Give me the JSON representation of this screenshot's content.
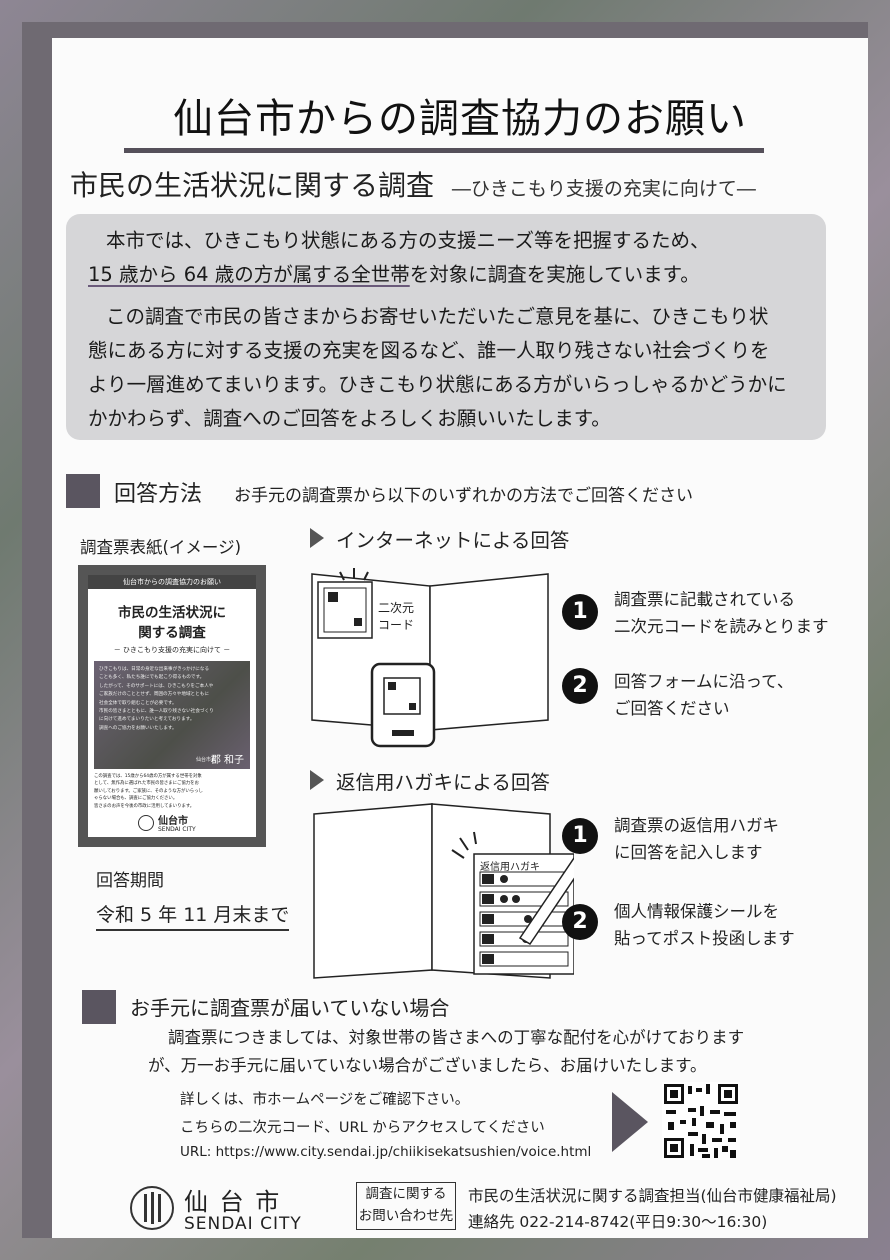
{
  "header": {
    "title": "仙台市からの調査協力のお願い",
    "subtitle": "市民の生活状況に関する調査",
    "subtitle_note": "―ひきこもり支援の充実に向けて―"
  },
  "intro": {
    "l1": "本市では、ひきこもり状態にある方の支援ニーズ等を把握するため、",
    "l2": "15 歳から 64 歳の方が属する全世帯",
    "l2b": "を対象に調査を実施しています。",
    "l3": "この調査で市民の皆さまからお寄せいただいたご意見を基に、ひきこもり状",
    "l4": "態にある方に対する支援の充実を図るなど、誰一人取り残さない社会づくりを",
    "l5": "より一層進めてまいります。ひきこもり状態にある方がいらっしゃるかどうかに",
    "l6": "かかわらず、調査へのご回答をよろしくお願いいたします。"
  },
  "method": {
    "heading": "回答方法",
    "note": "お手元の調査票から以下のいずれかの方法でご回答ください",
    "cover_label": "調査票表紙(イメージ)",
    "period_label": "回答期間",
    "period_value": "令和 5 年 11 月末まで"
  },
  "cover": {
    "top": "仙台市からの調査協力のお願い",
    "title1": "市民の生活状況に",
    "title2": "関する調査",
    "sub": "－ ひきこもり支援の充実に向けて －",
    "body1": "ひきこもりは、日常の身近な出来事がきっかけになる",
    "body2": "ことも多く、私たち誰にでも起こり得るものです。",
    "body3": "したがって、そのサポートには、ひきこもりをご本人や",
    "body4": "ご家族だけのこととせず、周囲の方々や地域とともに",
    "body5": "社会全体で取り組むことが必要です。",
    "body6": "市民の皆さまとともに、誰一人取り残さない社会づくり",
    "body7": "に向けて進めてまいりたいと考えております。",
    "body8": "調査へのご協力をお願いいたします。",
    "mayor": "仙台市長",
    "sig": "郡 和子",
    "lower1": "この調査では、15歳から64歳の方が属する世帯を対象",
    "lower2": "として、無作為に選ばれた市民の皆さまにご協力をお",
    "lower3": "願いしております。ご家族に、そのような方がいらっし",
    "lower4": "ゃらない場合も、調査にご協力ください。",
    "lower5": "皆さまのお声を今後の市政に活用してまいります。",
    "logo_jp": "仙台市",
    "logo_en": "SENDAI CITY"
  },
  "internet": {
    "heading": "インターネットによる回答",
    "code_label1": "二次元",
    "code_label2": "コード",
    "s1a": "調査票に記載されている",
    "s1b": "二次元コードを読みとります",
    "s2a": "回答フォームに沿って、",
    "s2b": "ご回答ください",
    "n1": "1",
    "n2": "2"
  },
  "postcard": {
    "heading": "返信用ハガキによる回答",
    "card_label": "返信用ハガキ",
    "s1a": "調査票の返信用ハガキ",
    "s1b": "に回答を記入します",
    "s2a": "個人情報保護シールを",
    "s2b": "貼ってポスト投函します",
    "n1": "1",
    "n2": "2"
  },
  "notreceived": {
    "heading": "お手元に調査票が届いていない場合",
    "p1": "調査票につきましては、対象世帯の皆さまへの丁寧な配付を心がけております",
    "p2": "が、万一お手元に届いていない場合がございましたら、お届けいたします。",
    "d1": "詳しくは、市ホームページをご確認下さい。",
    "d2": "こちらの二次元コード、URL からアクセスしてください",
    "url": "URL:  https://www.city.sendai.jp/chiikisekatsushien/voice.html"
  },
  "footer": {
    "logo_jp": "仙 台 市",
    "logo_en": "SENDAI  CITY",
    "contact_box1": "調査に関する",
    "contact_box2": "お問い合わせ先",
    "dept": "市民の生活状況に関する調査担当(仙台市健康福祉局)",
    "tel": "連絡先   022-214-8742(平日9:30～16:30)"
  }
}
